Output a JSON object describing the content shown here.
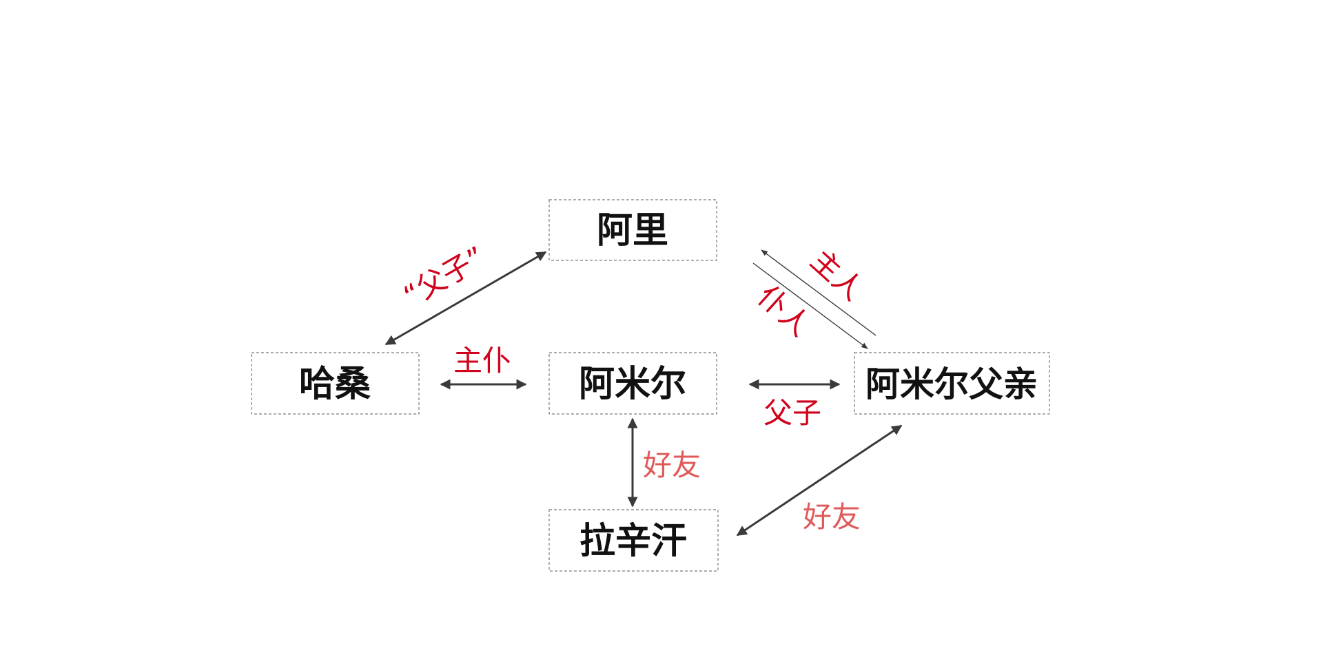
{
  "nodes": {
    "ali": "阿里",
    "hassan": "哈桑",
    "amir": "阿米尔",
    "amir_father": "阿米尔父亲",
    "rahim_khan": "拉辛汗"
  },
  "edges": {
    "ali_hassan": "“父子”",
    "hassan_amir": "主仆",
    "ali_amir_father_master": "主人",
    "ali_amir_father_servant": "仆人",
    "amir_amir_father": "父子",
    "amir_rahim_khan": "好友",
    "amir_father_rahim_khan": "好友"
  },
  "colors": {
    "relation_red": "#d0021b",
    "friend_red": "#e05a5a",
    "arrow": "#3a3a3a",
    "box_border": "#7a7a7a",
    "node_text": "#111111"
  }
}
